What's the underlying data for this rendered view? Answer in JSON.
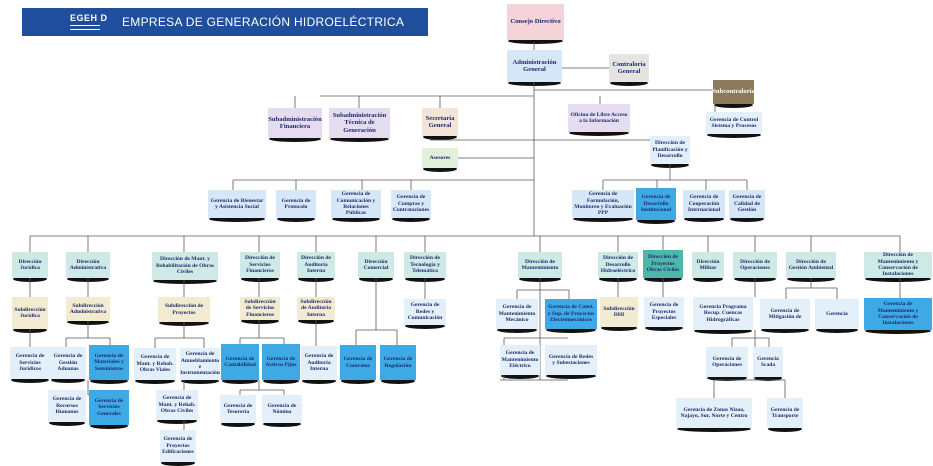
{
  "banner": {
    "logo": "EGEH D",
    "title": "EMPRESA DE GENERACIÓN  HIDROELÉCTRICA"
  },
  "colors": {
    "banner": "#1f4f9c",
    "connector": "#5a5a5a",
    "node_text": "#1a2a6c"
  },
  "nodes": {
    "consejo": "Consejo Directivo",
    "admin": "Administración General",
    "contraloria": "Contraloría General",
    "subcontraloria": "Subcontraloría",
    "g_control": "Gerencia de Control Sistema y Procesos",
    "sub_fin": "Subadministración Financiera",
    "sub_tec": "Subadministración Técnica de Generación",
    "secretaria": "Secretaría General",
    "asesores": "Asesores",
    "oficina": "Oficina de Libre Acceso a la Información",
    "dir_plan": "Dirección de Planificación y Desarrollo",
    "g_bienestar": "Gerencia de Bienestar y Asistencia Social",
    "g_protocolo": "Gerencia de Protocolo",
    "g_comunicacion": "Gerencia de Comunicación y Relaciones Públicas",
    "g_compras_c": "Gerencia de Compras y Contrataciones",
    "g_formulacion": "Gerencia de Formulación, Monitoreo y Evaluación PPP",
    "g_des_inst": "Gerencia de Desarrollo Institucional",
    "g_coop": "Gerencia de Cooperación Internacional",
    "g_calidad": "Gerencia de Calidad de Gestión",
    "d_juridica": "Dirección Jurídica",
    "d_admin": "Dirección Administrativa",
    "d_mant_obras": "Dirección de Mant. y Rehabilitación de Obras Civiles",
    "d_serv_fin": "Dirección de Servicios Financieros",
    "d_auditoria": "Dirección de Auditoría Interna",
    "d_comercial": "Dirección Comercial",
    "d_tecnologia": "Dirección de Tecnología y Telemática",
    "d_mantenimiento": "Dirección de Mantenimiento",
    "d_hidro": "Dirección de Desarrollo Hidroeléctrico",
    "d_proyectos": "Dirección de Proyectos Obras Civiles",
    "d_militar": "Dirección Militar",
    "d_operaciones": "Dirección de Operaciones",
    "d_ambiental": "Dirección de Gestión Ambiental",
    "d_mant_inst": "Dirección de Mantenimiento y Conservación de Instalaciones",
    "s_juridica": "Subdirección Jurídica",
    "s_admin": "Subdirección Administrativa",
    "s_proyectos": "Subdirección de Proyectos",
    "s_serv_fin": "Subdirección de Servicios Financieros",
    "s_auditoria": "Subdirección de Auditoría Interna",
    "g_redes_com": "Gerencia de Redes y Comunicación",
    "g_mant_mec": "Gerencia de Mantenimiento Mecánico",
    "g_const_sup": "Gerencia de Const. y Sup. de Proyectos Electromecánicos",
    "s_dhi": "Subdirección DHI",
    "g_proy_esp": "Gerencia de Proyectos Especiales",
    "g_programa": "Gerencia Programa Recup. Cuencas Hidrográficas",
    "g_mitigacion": "Gerencia de Mitigación de",
    "g_gerencia": "Gerencia",
    "g_mant_cons": "Gerencia de Mantenimiento y Conservación de Instalaciones",
    "g_serv_jur": "Gerencia de Servicios Jurídicos",
    "g_aduanas": "Gerencia de Gestión Aduanas",
    "g_materiales": "Gerencia de Materiales y Suministros",
    "g_mant_viales": "Gerencia de Mant. y Rehab. Obras Viales",
    "g_amueblamiento": "Gerencia de Amueblamiento e Instrumentación",
    "g_contabilidad": "Gerencia de Contabilidad",
    "g_activos": "Gerencia de Activos Fijos",
    "g_aud_interna": "Gerencia de Auditoría Interna",
    "g_contratos": "Gerencia de Contratos",
    "g_regulacion": "Gerencia de Regulación",
    "g_mant_elec": "Gerencia de Mantenimiento Eléctrico",
    "g_redes_sub": "Gerencia de Redes y Subestaciones",
    "g_operaciones": "Gerencia de Operaciones",
    "g_scada": "Gerencia Scada",
    "g_rrhh": "Gerencia de Recursos Humanos",
    "g_serv_gen": "Gerencia de Servicios Generales",
    "g_mant_oc": "Gerencia de Mant. y Rehab. Obras Civiles",
    "g_tesoreria": "Gerencia de Tesorería",
    "g_nomina": "Gerencia de Nómina",
    "g_zonas": "Gerencia de Zonas Nizao, Najayo, Sur, Norte y Centro",
    "g_transporte": "Gerencia de Transporte",
    "g_edificaciones": "Gerencia de Proyectos Edificaciones"
  }
}
